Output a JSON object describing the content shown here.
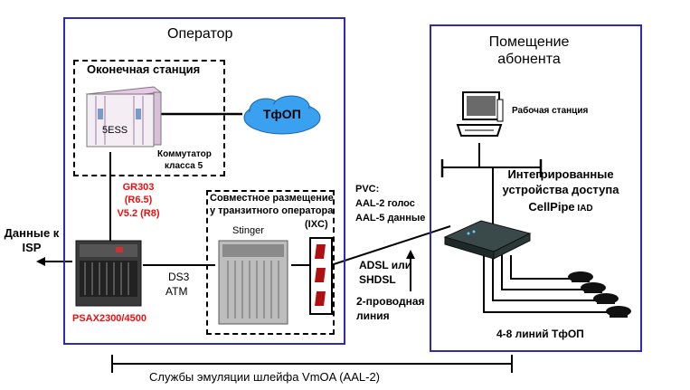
{
  "operator": {
    "title": "Оператор",
    "terminal_station": "Оконечная станция",
    "switch_model": "5ESS",
    "switch_label_line1": "Коммутатор",
    "switch_label_line2": "класса 5",
    "pstn": "ТфОП",
    "protocols": [
      "GR303",
      "(R6.5)",
      "V5.2 (R8)"
    ],
    "psax": "PSAX2300/4500",
    "ds3_line1": "DS3",
    "ds3_line2": "ATM",
    "isp_line1": "Данные к",
    "isp_line2": "ISP",
    "colocation_line1": "Совместное размещение",
    "colocation_line2": "у транзитного оператора",
    "ixc": "(IXC)",
    "stinger": "Stinger"
  },
  "link": {
    "pvc_title": "PVC:",
    "pvc_voice": "AAL-2  голос",
    "pvc_data": "AAL-5  данные",
    "adsl_line1": "ADSL или",
    "adsl_line2": "SHDSL",
    "wire_line1": "2-проводная",
    "wire_line2": "линия"
  },
  "subscriber": {
    "title_line1": "Помещение",
    "title_line2": "абонента",
    "workstation": "Рабочая станция",
    "iad_line1": "Интегрированные",
    "iad_line2": "устройства доступа",
    "iad_line3_bold": "CellPipe",
    "iad_line3_small": " IAD",
    "pstn_lines": "4-8 линий ТфОП"
  },
  "footer": {
    "vmoa": "Службы эмуляции шлейфа VmOA (AAL-2)"
  },
  "colors": {
    "frame": "#2b2bb8",
    "accent_red": "#e81010",
    "pstn_cloud": "#3aa0f0"
  }
}
